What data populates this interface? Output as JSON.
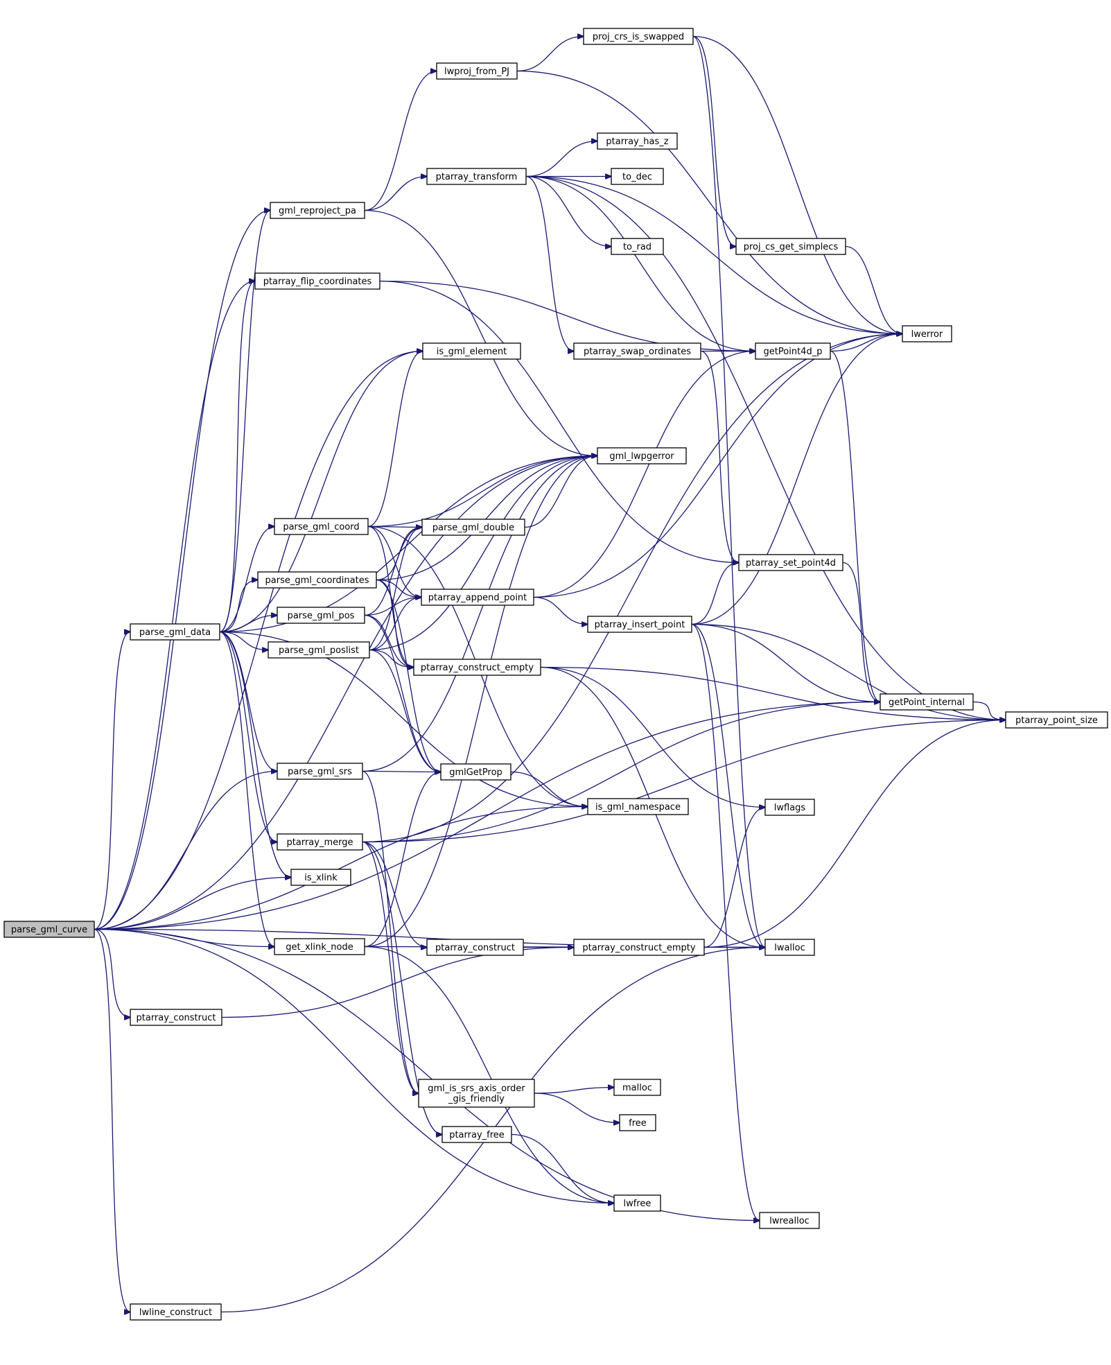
{
  "diagram": {
    "nodes": [
      {
        "id": "parse_gml_curve",
        "label": "parse_gml_curve",
        "root": true
      },
      {
        "id": "parse_gml_data",
        "label": "parse_gml_data"
      },
      {
        "id": "gml_reproject_pa",
        "label": "gml_reproject_pa"
      },
      {
        "id": "ptarray_flip_coordinates",
        "label": "ptarray_flip_coordinates"
      },
      {
        "id": "is_gml_element",
        "label": "is_gml_element"
      },
      {
        "id": "gml_lwpgerror",
        "label": "gml_lwpgerror"
      },
      {
        "id": "parse_gml_coord",
        "label": "parse_gml_coord"
      },
      {
        "id": "parse_gml_double",
        "label": "parse_gml_double"
      },
      {
        "id": "parse_gml_coordinates",
        "label": "parse_gml_coordinates"
      },
      {
        "id": "ptarray_append_point",
        "label": "ptarray_append_point"
      },
      {
        "id": "parse_gml_pos",
        "label": "parse_gml_pos"
      },
      {
        "id": "parse_gml_poslist",
        "label": "parse_gml_poslist"
      },
      {
        "id": "ptarray_construct_empty_a",
        "label": "ptarray_construct_empty"
      },
      {
        "id": "parse_gml_srs",
        "label": "parse_gml_srs"
      },
      {
        "id": "gmlGetProp",
        "label": "gmlGetProp"
      },
      {
        "id": "is_gml_namespace",
        "label": "is_gml_namespace"
      },
      {
        "id": "ptarray_merge",
        "label": "ptarray_merge"
      },
      {
        "id": "is_xlink",
        "label": "is_xlink"
      },
      {
        "id": "get_xlink_node",
        "label": "get_xlink_node"
      },
      {
        "id": "ptarray_construct_a",
        "label": "ptarray_construct"
      },
      {
        "id": "ptarray_construct_empty_b",
        "label": "ptarray_construct_empty"
      },
      {
        "id": "ptarray_construct_b",
        "label": "ptarray_construct"
      },
      {
        "id": "gml_is_srs_axis_order_gis_friendly",
        "label": "gml_is_srs_axis_order\n_gis_friendly"
      },
      {
        "id": "ptarray_free",
        "label": "ptarray_free"
      },
      {
        "id": "lwline_construct",
        "label": "lwline_construct"
      },
      {
        "id": "lwproj_from_PJ",
        "label": "lwproj_from_PJ"
      },
      {
        "id": "proj_crs_is_swapped",
        "label": "proj_crs_is_swapped"
      },
      {
        "id": "ptarray_transform",
        "label": "ptarray_transform"
      },
      {
        "id": "ptarray_has_z",
        "label": "ptarray_has_z"
      },
      {
        "id": "to_dec",
        "label": "to_dec"
      },
      {
        "id": "to_rad",
        "label": "to_rad"
      },
      {
        "id": "proj_cs_get_simplecs",
        "label": "proj_cs_get_simplecs"
      },
      {
        "id": "ptarray_swap_ordinates",
        "label": "ptarray_swap_ordinates"
      },
      {
        "id": "getPoint4d_p",
        "label": "getPoint4d_p"
      },
      {
        "id": "lwerror",
        "label": "lwerror"
      },
      {
        "id": "ptarray_set_point4d",
        "label": "ptarray_set_point4d"
      },
      {
        "id": "ptarray_insert_point",
        "label": "ptarray_insert_point"
      },
      {
        "id": "getPoint_internal",
        "label": "getPoint_internal"
      },
      {
        "id": "ptarray_point_size",
        "label": "ptarray_point_size"
      },
      {
        "id": "lwflags",
        "label": "lwflags"
      },
      {
        "id": "lwalloc",
        "label": "lwalloc"
      },
      {
        "id": "malloc",
        "label": "malloc"
      },
      {
        "id": "free",
        "label": "free"
      },
      {
        "id": "lwfree",
        "label": "lwfree"
      },
      {
        "id": "lwrealloc",
        "label": "lwrealloc"
      }
    ],
    "edges": [
      [
        "parse_gml_curve",
        "gml_reproject_pa"
      ],
      [
        "parse_gml_curve",
        "ptarray_flip_coordinates"
      ],
      [
        "parse_gml_curve",
        "is_gml_element"
      ],
      [
        "parse_gml_curve",
        "parse_gml_data"
      ],
      [
        "parse_gml_curve",
        "gml_lwpgerror"
      ],
      [
        "parse_gml_curve",
        "parse_gml_srs"
      ],
      [
        "parse_gml_curve",
        "is_xlink"
      ],
      [
        "parse_gml_curve",
        "get_xlink_node"
      ],
      [
        "parse_gml_curve",
        "is_gml_namespace"
      ],
      [
        "parse_gml_curve",
        "ptarray_construct_b"
      ],
      [
        "parse_gml_curve",
        "getPoint_internal"
      ],
      [
        "parse_gml_curve",
        "lwfree"
      ],
      [
        "parse_gml_curve",
        "lwalloc"
      ],
      [
        "parse_gml_curve",
        "lwline_construct"
      ],
      [
        "parse_gml_curve",
        "lwrealloc"
      ],
      [
        "parse_gml_data",
        "gml_reproject_pa"
      ],
      [
        "parse_gml_data",
        "ptarray_flip_coordinates"
      ],
      [
        "parse_gml_data",
        "is_gml_element"
      ],
      [
        "parse_gml_data",
        "gml_lwpgerror"
      ],
      [
        "parse_gml_data",
        "parse_gml_coord"
      ],
      [
        "parse_gml_data",
        "parse_gml_coordinates"
      ],
      [
        "parse_gml_data",
        "parse_gml_pos"
      ],
      [
        "parse_gml_data",
        "parse_gml_poslist"
      ],
      [
        "parse_gml_data",
        "is_gml_namespace"
      ],
      [
        "parse_gml_data",
        "parse_gml_srs"
      ],
      [
        "parse_gml_data",
        "ptarray_merge"
      ],
      [
        "parse_gml_data",
        "is_xlink"
      ],
      [
        "parse_gml_data",
        "get_xlink_node"
      ],
      [
        "gml_reproject_pa",
        "lwproj_from_PJ"
      ],
      [
        "gml_reproject_pa",
        "ptarray_transform"
      ],
      [
        "gml_reproject_pa",
        "gml_lwpgerror"
      ],
      [
        "lwproj_from_PJ",
        "proj_crs_is_swapped"
      ],
      [
        "lwproj_from_PJ",
        "lwerror"
      ],
      [
        "proj_crs_is_swapped",
        "proj_cs_get_simplecs"
      ],
      [
        "proj_crs_is_swapped",
        "lwerror"
      ],
      [
        "proj_crs_is_swapped",
        "lwalloc"
      ],
      [
        "ptarray_transform",
        "ptarray_has_z"
      ],
      [
        "ptarray_transform",
        "to_dec"
      ],
      [
        "ptarray_transform",
        "to_rad"
      ],
      [
        "ptarray_transform",
        "ptarray_swap_ordinates"
      ],
      [
        "ptarray_transform",
        "getPoint4d_p"
      ],
      [
        "ptarray_transform",
        "lwerror"
      ],
      [
        "ptarray_transform",
        "ptarray_point_size"
      ],
      [
        "proj_cs_get_simplecs",
        "lwerror"
      ],
      [
        "ptarray_flip_coordinates",
        "getPoint4d_p"
      ],
      [
        "ptarray_flip_coordinates",
        "ptarray_set_point4d"
      ],
      [
        "ptarray_swap_ordinates",
        "getPoint4d_p"
      ],
      [
        "ptarray_swap_ordinates",
        "ptarray_set_point4d"
      ],
      [
        "getPoint4d_p",
        "lwerror"
      ],
      [
        "getPoint4d_p",
        "getPoint_internal"
      ],
      [
        "ptarray_set_point4d",
        "getPoint_internal"
      ],
      [
        "getPoint_internal",
        "ptarray_point_size"
      ],
      [
        "parse_gml_coord",
        "is_gml_element"
      ],
      [
        "parse_gml_coord",
        "gml_lwpgerror"
      ],
      [
        "parse_gml_coord",
        "parse_gml_double"
      ],
      [
        "parse_gml_coord",
        "ptarray_append_point"
      ],
      [
        "parse_gml_coord",
        "ptarray_construct_empty_a"
      ],
      [
        "parse_gml_coord",
        "is_gml_namespace"
      ],
      [
        "parse_gml_coordinates",
        "gml_lwpgerror"
      ],
      [
        "parse_gml_coordinates",
        "parse_gml_double"
      ],
      [
        "parse_gml_coordinates",
        "ptarray_append_point"
      ],
      [
        "parse_gml_coordinates",
        "ptarray_construct_empty_a"
      ],
      [
        "parse_gml_coordinates",
        "gmlGetProp"
      ],
      [
        "parse_gml_pos",
        "parse_gml_double"
      ],
      [
        "parse_gml_pos",
        "ptarray_append_point"
      ],
      [
        "parse_gml_pos",
        "ptarray_construct_empty_a"
      ],
      [
        "parse_gml_pos",
        "gmlGetProp"
      ],
      [
        "parse_gml_poslist",
        "gml_lwpgerror"
      ],
      [
        "parse_gml_poslist",
        "parse_gml_double"
      ],
      [
        "parse_gml_poslist",
        "ptarray_append_point"
      ],
      [
        "parse_gml_poslist",
        "ptarray_construct_empty_a"
      ],
      [
        "parse_gml_poslist",
        "gmlGetProp"
      ],
      [
        "parse_gml_double",
        "gml_lwpgerror"
      ],
      [
        "ptarray_append_point",
        "getPoint4d_p"
      ],
      [
        "ptarray_append_point",
        "ptarray_insert_point"
      ],
      [
        "ptarray_append_point",
        "lwerror"
      ],
      [
        "ptarray_insert_point",
        "ptarray_set_point4d"
      ],
      [
        "ptarray_insert_point",
        "lwerror"
      ],
      [
        "ptarray_insert_point",
        "getPoint_internal"
      ],
      [
        "ptarray_insert_point",
        "ptarray_point_size"
      ],
      [
        "ptarray_insert_point",
        "lwalloc"
      ],
      [
        "ptarray_insert_point",
        "lwrealloc"
      ],
      [
        "ptarray_construct_empty_a",
        "ptarray_point_size"
      ],
      [
        "ptarray_construct_empty_a",
        "lwflags"
      ],
      [
        "ptarray_construct_empty_a",
        "lwalloc"
      ],
      [
        "parse_gml_srs",
        "gmlGetProp"
      ],
      [
        "parse_gml_srs",
        "gml_lwpgerror"
      ],
      [
        "parse_gml_srs",
        "gml_is_srs_axis_order_gis_friendly"
      ],
      [
        "gmlGetProp",
        "is_gml_namespace"
      ],
      [
        "ptarray_merge",
        "ptarray_construct_a"
      ],
      [
        "ptarray_merge",
        "ptarray_point_size"
      ],
      [
        "ptarray_merge",
        "lwerror"
      ],
      [
        "ptarray_merge",
        "getPoint_internal"
      ],
      [
        "ptarray_merge",
        "ptarray_free"
      ],
      [
        "ptarray_merge",
        "gml_is_srs_axis_order_gis_friendly"
      ],
      [
        "get_xlink_node",
        "gmlGetProp"
      ],
      [
        "get_xlink_node",
        "gml_lwpgerror"
      ],
      [
        "get_xlink_node",
        "lwfree"
      ],
      [
        "get_xlink_node",
        "lwalloc"
      ],
      [
        "ptarray_construct_a",
        "ptarray_construct_empty_b"
      ],
      [
        "ptarray_construct_b",
        "ptarray_construct_empty_b"
      ],
      [
        "ptarray_construct_empty_b",
        "lwalloc"
      ],
      [
        "ptarray_construct_empty_b",
        "lwflags"
      ],
      [
        "ptarray_construct_empty_b",
        "ptarray_point_size"
      ],
      [
        "gml_is_srs_axis_order_gis_friendly",
        "malloc"
      ],
      [
        "gml_is_srs_axis_order_gis_friendly",
        "free"
      ],
      [
        "ptarray_free",
        "lwfree"
      ],
      [
        "lwline_construct",
        "lwalloc"
      ]
    ]
  }
}
